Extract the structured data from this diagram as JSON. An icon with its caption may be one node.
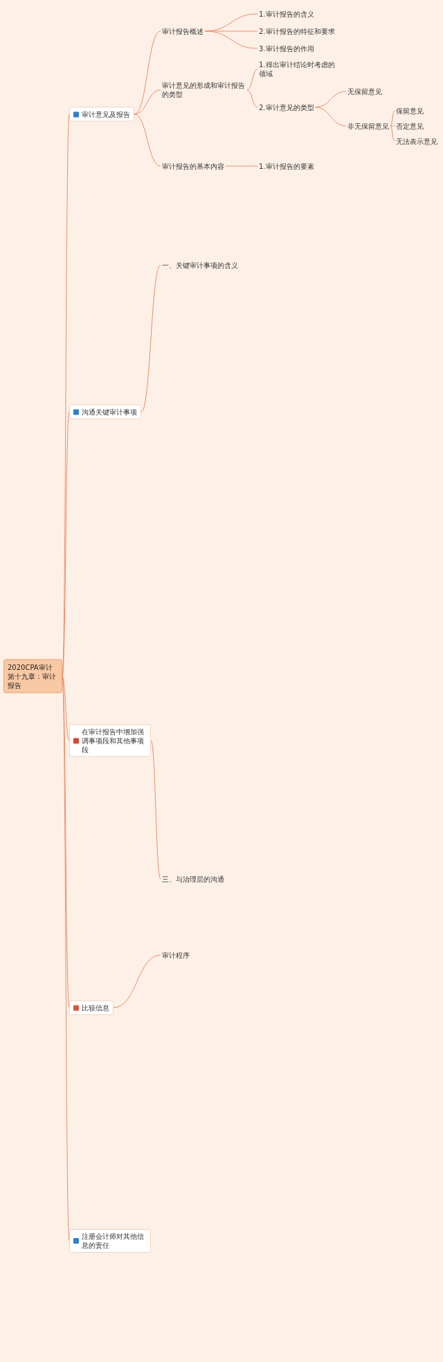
{
  "diagram": {
    "nodes": [
      {
        "text": [
          "2020CPA审计第十九章：审计报告"
        ]
      },
      {
        "text": [
          "审计意见及报告"
        ]
      },
      {
        "text": [
          "审计报告概述"
        ]
      },
      {
        "text": [
          "1.审计报告的含义"
        ]
      },
      {
        "text": [
          "2.审计报告的特征和要求"
        ]
      },
      {
        "text": [
          "3.审计报告的作用"
        ]
      },
      {
        "text": [
          "审计意见的形成和审计报告的类型"
        ]
      },
      {
        "text": [
          "1.得出审计结论时考虑的领域"
        ]
      },
      {
        "text": [
          "2.审计意见的类型"
        ]
      },
      {
        "text": [
          "无保留意见"
        ]
      },
      {
        "text": [
          "非无保留意见"
        ]
      },
      {
        "text": [
          "保留意见"
        ]
      },
      {
        "text": [
          "否定意见"
        ]
      },
      {
        "text": [
          "无法表示意见"
        ]
      },
      {
        "text": [
          "审计报告的基本内容"
        ]
      },
      {
        "text": [
          "1.审计报告的要素"
        ]
      },
      {
        "text": [
          "沟通关键审计事项"
        ]
      },
      {
        "text": [
          "一、关键审计事项的含义"
        ]
      },
      {
        "text": [
          "在审计报告中增加强调事项段和其他事项段"
        ]
      },
      {
        "text": [
          "三、与治理层的沟通"
        ]
      },
      {
        "text": [
          "比较信息"
        ]
      },
      {
        "text": [
          "审计程序"
        ]
      },
      {
        "text": [
          "注册会计师对其他信息的责任"
        ]
      }
    ],
    "edges": [
      {
        "from": 0,
        "to": 1,
        "arrow": "none"
      },
      {
        "from": 1,
        "to": 2,
        "arrow": "none"
      },
      {
        "from": 2,
        "to": 3,
        "arrow": "none"
      },
      {
        "from": 2,
        "to": 4,
        "arrow": "none"
      },
      {
        "from": 2,
        "to": 5,
        "arrow": "none"
      },
      {
        "from": 1,
        "to": 6,
        "arrow": "none"
      },
      {
        "from": 6,
        "to": 7,
        "arrow": "none"
      },
      {
        "from": 6,
        "to": 8,
        "arrow": "none"
      },
      {
        "from": 8,
        "to": 9,
        "arrow": "none"
      },
      {
        "from": 8,
        "to": 10,
        "arrow": "none"
      },
      {
        "from": 10,
        "to": 11,
        "arrow": "none"
      },
      {
        "from": 10,
        "to": 12,
        "arrow": "none"
      },
      {
        "from": 10,
        "to": 13,
        "arrow": "none"
      },
      {
        "from": 1,
        "to": 14,
        "arrow": "none"
      },
      {
        "from": 14,
        "to": 15,
        "arrow": "none"
      },
      {
        "from": 0,
        "to": 16,
        "arrow": "none"
      },
      {
        "from": 16,
        "to": 17,
        "arrow": "none"
      },
      {
        "from": 0,
        "to": 18,
        "arrow": "none"
      },
      {
        "from": 18,
        "to": 19,
        "arrow": "none"
      },
      {
        "from": 0,
        "to": 20,
        "arrow": "none"
      },
      {
        "from": 20,
        "to": 21,
        "arrow": "none"
      },
      {
        "from": 0,
        "to": 22,
        "arrow": "none"
      }
    ]
  }
}
